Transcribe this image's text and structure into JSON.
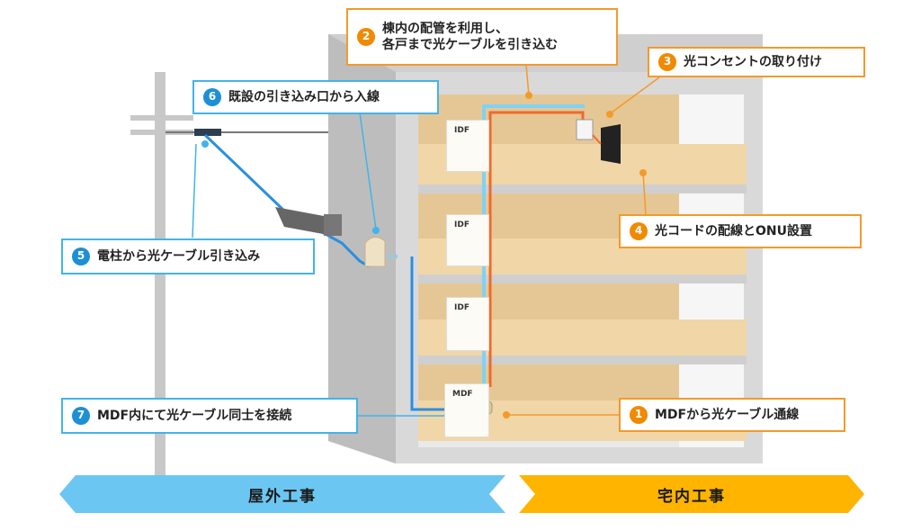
{
  "callouts": {
    "c1": {
      "num": "1",
      "text": "MDFから光ケーブル通線"
    },
    "c2": {
      "num": "2",
      "line1": "棟内の配管を利用し、",
      "line2": "各戸まで光ケーブルを引き込む"
    },
    "c3": {
      "num": "3",
      "text": "光コンセントの取り付け"
    },
    "c4": {
      "num": "4",
      "text": "光コードの配線とONU設置"
    },
    "c5": {
      "num": "5",
      "text": "電柱から光ケーブル引き込み"
    },
    "c6": {
      "num": "6",
      "text": "既設の引き込み口から入線"
    },
    "c7": {
      "num": "7",
      "text": "MDF内にて光ケーブル同士を接続"
    }
  },
  "boxes": {
    "idf_1": "IDF",
    "idf_2": "IDF",
    "idf_3": "IDF",
    "mdf": "MDF"
  },
  "arrows": {
    "outdoor": "屋外工事",
    "indoor": "宅内工事"
  },
  "colors": {
    "blue_accent": "#41b4ea",
    "orange_accent": "#f39a2a",
    "outdoor_arrow": "#6cc6f2",
    "indoor_arrow": "#ffb400",
    "building_gray": "#c9c9c9",
    "floor_tan": "#e9c58f"
  }
}
